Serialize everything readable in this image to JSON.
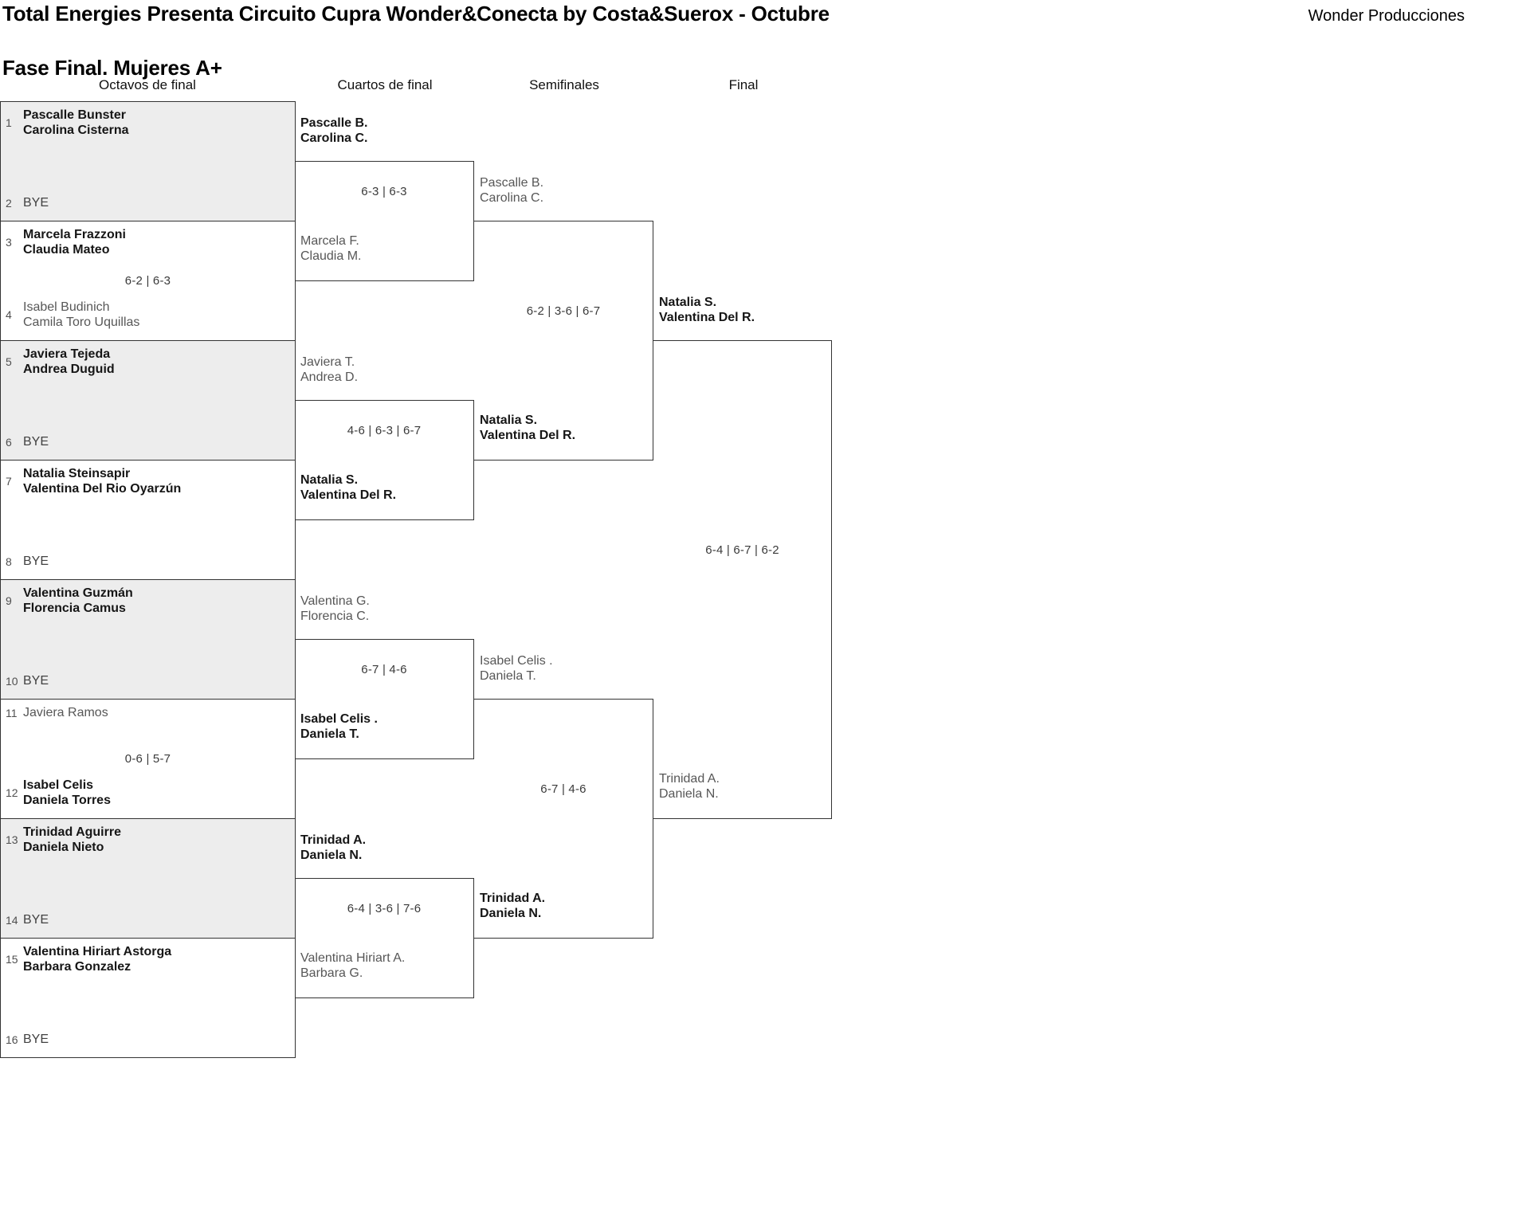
{
  "header": {
    "title_line1": "Total Energies Presenta Circuito Cupra Wonder&Conecta by Costa&Suerox - Octubre",
    "title_line2": "Fase Final. Mujeres A+",
    "organizer": "Wonder Producciones"
  },
  "rounds": [
    "Octavos de final",
    "Cuartos de final",
    "Semifinales",
    "Final"
  ],
  "colors": {
    "shaded_box_fill": "#ededed",
    "line": "#333333",
    "winner_text": "#161616",
    "loser_text": "#575757",
    "score_text": "#3a3a3a"
  },
  "octavos": {
    "matches": [
      {
        "top": {
          "seed": "1",
          "names": "Pascalle Bunster\nCarolina Cisterna",
          "winner": true
        },
        "bottom": {
          "seed": "2",
          "names": "BYE",
          "winner": false
        }
      },
      {
        "top": {
          "seed": "3",
          "names": "Marcela Frazzoni\nClaudia Mateo",
          "winner": true
        },
        "bottom": {
          "seed": "4",
          "names": "Isabel Budinich\nCamila Toro Uquillas",
          "winner": false
        },
        "score": "6-2 | 6-3"
      },
      {
        "top": {
          "seed": "5",
          "names": "Javiera Tejeda\nAndrea Duguid",
          "winner": true
        },
        "bottom": {
          "seed": "6",
          "names": "BYE",
          "winner": false
        }
      },
      {
        "top": {
          "seed": "7",
          "names": "Natalia Steinsapir\nValentina Del Rio Oyarzún",
          "winner": true
        },
        "bottom": {
          "seed": "8",
          "names": "BYE",
          "winner": false
        }
      },
      {
        "top": {
          "seed": "9",
          "names": "Valentina Guzmán\nFlorencia Camus",
          "winner": true
        },
        "bottom": {
          "seed": "10",
          "names": "BYE",
          "winner": false
        }
      },
      {
        "top": {
          "seed": "11",
          "names": "Javiera Ramos",
          "winner": false
        },
        "bottom": {
          "seed": "12",
          "names": "Isabel Celis\nDaniela Torres",
          "winner": true
        },
        "score": "0-6 | 5-7"
      },
      {
        "top": {
          "seed": "13",
          "names": "Trinidad Aguirre\nDaniela Nieto",
          "winner": true
        },
        "bottom": {
          "seed": "14",
          "names": "BYE",
          "winner": false
        }
      },
      {
        "top": {
          "seed": "15",
          "names": "Valentina Hiriart Astorga\nBarbara Gonzalez",
          "winner": true
        },
        "bottom": {
          "seed": "16",
          "names": "BYE",
          "winner": false
        }
      }
    ]
  },
  "cuartos": {
    "matches": [
      {
        "top": {
          "names": "Pascalle B.\nCarolina C.",
          "winner": true
        },
        "bottom": {
          "names": "Marcela F.\nClaudia M.",
          "winner": false
        },
        "score": "6-3 | 6-3"
      },
      {
        "top": {
          "names": "Javiera T.\nAndrea D.",
          "winner": false
        },
        "bottom": {
          "names": "Natalia S.\nValentina Del R.",
          "winner": true
        },
        "score": "4-6 | 6-3 | 6-7"
      },
      {
        "top": {
          "names": "Valentina G.\nFlorencia C.",
          "winner": false
        },
        "bottom": {
          "names": "Isabel Celis .\nDaniela T.",
          "winner": true
        },
        "score": "6-7 | 4-6"
      },
      {
        "top": {
          "names": "Trinidad A.\nDaniela N.",
          "winner": true
        },
        "bottom": {
          "names": "Valentina Hiriart A.\nBarbara G.",
          "winner": false
        },
        "score": "6-4 | 3-6 | 7-6"
      }
    ]
  },
  "semifinales": {
    "matches": [
      {
        "top": {
          "names": "Pascalle B.\nCarolina C.",
          "winner": false
        },
        "bottom": {
          "names": "Natalia S.\nValentina Del R.",
          "winner": true
        },
        "score": "6-2 | 3-6 | 6-7"
      },
      {
        "top": {
          "names": "Isabel Celis .\nDaniela T.",
          "winner": false
        },
        "bottom": {
          "names": "Trinidad A.\nDaniela N.",
          "winner": true
        },
        "score": "6-7 | 4-6"
      }
    ]
  },
  "final": {
    "matches": [
      {
        "top": {
          "names": "Natalia S.\nValentina Del R.",
          "winner": true
        },
        "bottom": {
          "names": "Trinidad A.\nDaniela N.",
          "winner": false
        },
        "score": "6-4 | 6-7 | 6-2"
      }
    ]
  }
}
